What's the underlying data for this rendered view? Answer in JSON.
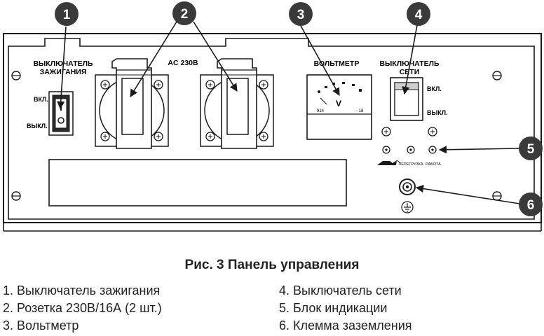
{
  "panel": {
    "ignition_label_line1": "ВЫКЛЮЧАТЕЛЬ",
    "ignition_label_line2": "ЗАЖИГАНИЯ",
    "on_label": "ВКЛ.",
    "off_label": "ВЫКЛ.",
    "sockets_label": "AC 230B",
    "voltmeter_label": "ВОЛЬТМЕТР",
    "voltmeter_unit": "V",
    "voltmeter_scale_left": "914",
    "voltmeter_scale_right": "- 18",
    "mains_label_line1": "ВЫКЛЮЧАТЕЛЬ",
    "mains_label_line2": "СЕТИ",
    "mains_on_label": "ВКЛ.",
    "mains_off_label": "ВЫКЛ.",
    "indicator_overload_label": "ПЕРЕГРУЗКА",
    "indicator_work_label": "РАБОТА"
  },
  "callouts": [
    "1",
    "2",
    "3",
    "4",
    "5",
    "6"
  ],
  "figure": {
    "caption": "Рис. 3 Панель управления",
    "legend_left": [
      "1. Выключатель зажигания",
      "2. Розетка 230В/16А (2 шт.)",
      "3. Вольтметр"
    ],
    "legend_right": [
      "4. Выключатель сети",
      "5. Блок индикации",
      "6. Клемма заземления"
    ]
  },
  "colors": {
    "callout_fill": "#3a3a3a",
    "line": "#1a1a1a",
    "background": "#ffffff"
  }
}
